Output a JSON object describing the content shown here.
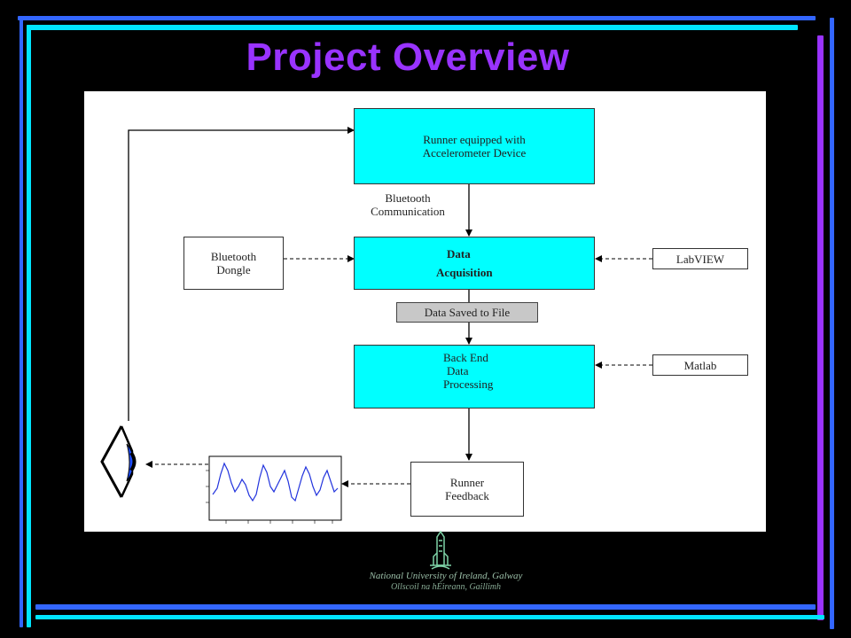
{
  "slide": {
    "title": "Project Overview",
    "title_color": "#9933ff",
    "accent_colors": {
      "cyan": "#00e5ff",
      "blue": "#3366ff",
      "purple": "#9933ff"
    }
  },
  "diagram": {
    "runner_box": {
      "line1": "Runner equipped with",
      "line2": "Accelerometer Device"
    },
    "bluetooth_comm": {
      "line1": "Bluetooth",
      "line2": "Communication"
    },
    "data_acq_box": {
      "line1": "Data",
      "line2": "Acquisition"
    },
    "bt_dongle_box": {
      "line1": "Bluetooth",
      "line2": "Dongle"
    },
    "labview_box": "LabVIEW",
    "saved_box": "Data Saved to File",
    "backend_box": {
      "line1": "Back End",
      "line2": "Data",
      "line3": "Processing"
    },
    "matlab_box": "Matlab",
    "feedback_box": {
      "line1": "Runner",
      "line2": "Feedback"
    },
    "eye_icon": "eye-icon",
    "signal_plot": "acceleration-signal-plot"
  },
  "footer": {
    "logo_icon": "university-crest-icon",
    "logo_line1": "National University of Ireland, Galway",
    "logo_line2": "Ollscoil na hÉireann, Gaillimh"
  }
}
